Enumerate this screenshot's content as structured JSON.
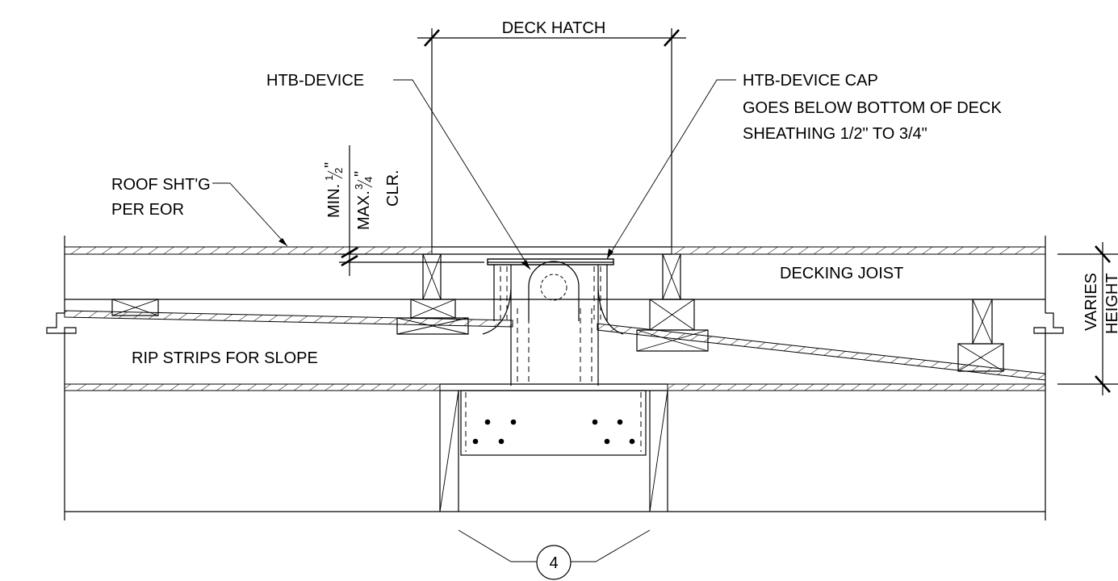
{
  "labels": {
    "deck_hatch": "DECK HATCH",
    "htb_device": "HTB-DEVICE",
    "htb_cap_1": "HTB-DEVICE CAP",
    "htb_cap_2": "GOES BELOW BOTTOM OF DECK",
    "htb_cap_3": "SHEATHING 1/2\" TO 3/4\"",
    "roof_sht_1": "ROOF SHT'G",
    "roof_sht_2": "PER EOR",
    "decking_joist": "DECKING JOIST",
    "rip_strips": "RIP STRIPS FOR SLOPE",
    "varies_1": "VARIES",
    "varies_2": "HEIGHT",
    "min_prefix": "MIN.",
    "min_num": "1",
    "min_den": "2",
    "inch": "\"",
    "max_prefix": "MAX.",
    "max_num": "3",
    "max_den": "4",
    "clr": "CLR.",
    "callout_number": "4"
  }
}
